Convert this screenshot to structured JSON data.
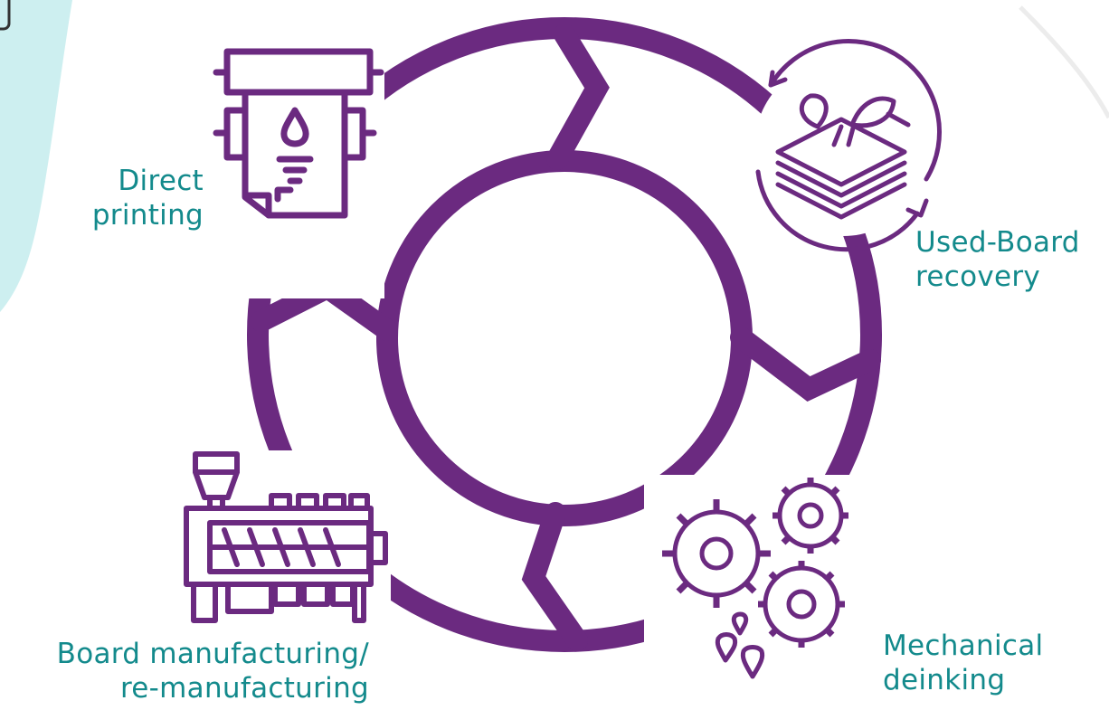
{
  "colors": {
    "cycle": "#6b2a80",
    "label_text": "#138a8c",
    "bg_blob": "#cdeff0",
    "bg_arc": "#ececec"
  },
  "stages": [
    {
      "id": "direct-printing",
      "icon": "printer-ink-icon",
      "lines": [
        "Direct",
        "printing"
      ]
    },
    {
      "id": "used-board-recovery",
      "icon": "recycle-layers-leaf-icon",
      "lines": [
        "Used-Board",
        "recovery"
      ]
    },
    {
      "id": "mechanical-deinking",
      "icon": "gears-droplets-icon",
      "lines": [
        "Mechanical",
        "deinking"
      ]
    },
    {
      "id": "board-manufacturing",
      "icon": "extruder-machine-icon",
      "lines": [
        "Board manufacturing/",
        "re-manufacturing"
      ]
    }
  ]
}
